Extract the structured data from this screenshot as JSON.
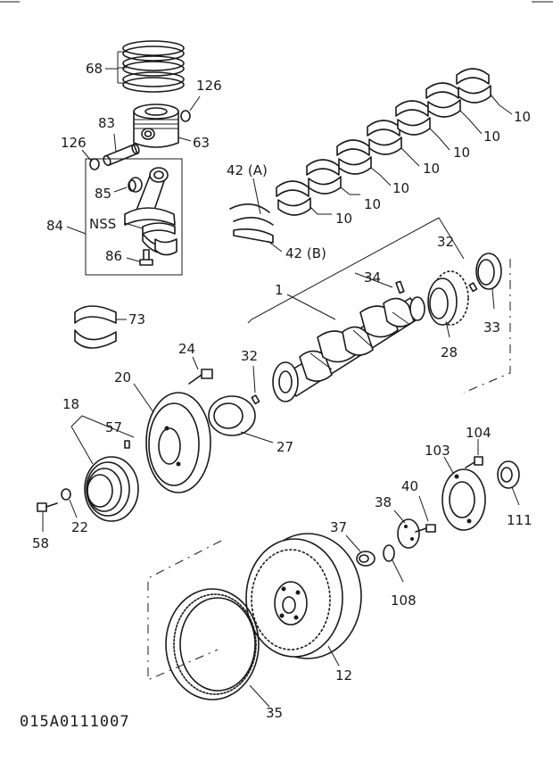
{
  "labels": {
    "p68": "68",
    "p126a": "126",
    "p83": "83",
    "p126b": "126",
    "p63": "63",
    "p85": "85",
    "p84": "84",
    "nss": "NSS",
    "p86": "86",
    "p73": "73",
    "p42a": "42 (A)",
    "p42b": "42 (B)",
    "p10": "10",
    "p1": "1",
    "p32a": "32",
    "p34": "34",
    "p32b": "32",
    "p33": "33",
    "p28": "28",
    "p24": "24",
    "p20": "20",
    "p18": "18",
    "p57": "57",
    "p27": "27",
    "p22": "22",
    "p58": "58",
    "p104": "104",
    "p103": "103",
    "p40": "40",
    "p38": "38",
    "p37": "37",
    "p111": "111",
    "p108": "108",
    "p12": "12",
    "p35": "35"
  },
  "diagram_code": "015A0111007"
}
